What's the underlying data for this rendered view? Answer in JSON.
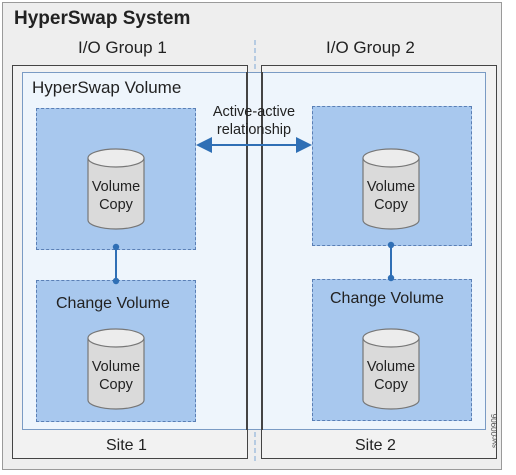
{
  "system": {
    "title": "HyperSwap System",
    "code": "svc00906"
  },
  "io_groups": [
    {
      "name": "I/O Group 1",
      "site": "Site 1"
    },
    {
      "name": "I/O Group 2",
      "site": "Site 2"
    }
  ],
  "hyperswap_volume_label": "HyperSwap Volume",
  "relationship": {
    "line1": "Active-active",
    "line2": "relationship"
  },
  "change_volume_label": "Change Volume",
  "volume_copy": {
    "line1": "Volume",
    "line2": "Copy"
  },
  "colors": {
    "copy_fill": "#a8c8ee",
    "link": "#2f6fb5",
    "volume_fill": "#eef5fc"
  }
}
